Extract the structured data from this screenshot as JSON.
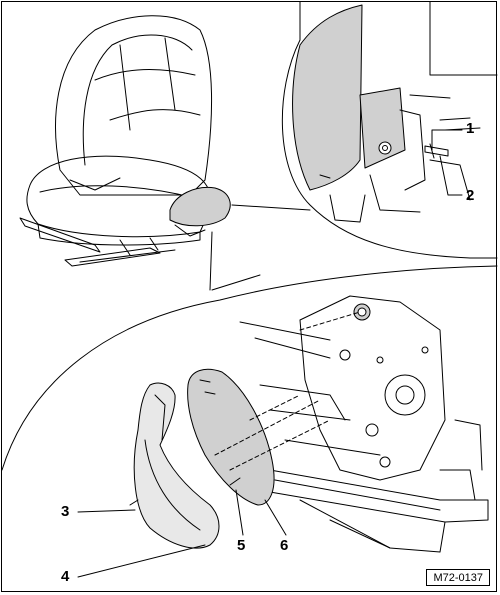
{
  "figure": {
    "reference_code": "M72-0137",
    "callouts": [
      {
        "id": "c1",
        "label": "1"
      },
      {
        "id": "c2",
        "label": "2"
      },
      {
        "id": "c3",
        "label": "3"
      },
      {
        "id": "c4",
        "label": "4"
      },
      {
        "id": "c5",
        "label": "5"
      },
      {
        "id": "c6",
        "label": "6"
      }
    ]
  },
  "colors": {
    "line": "#000000",
    "shade": "#d0d0d0",
    "background": "#ffffff"
  }
}
